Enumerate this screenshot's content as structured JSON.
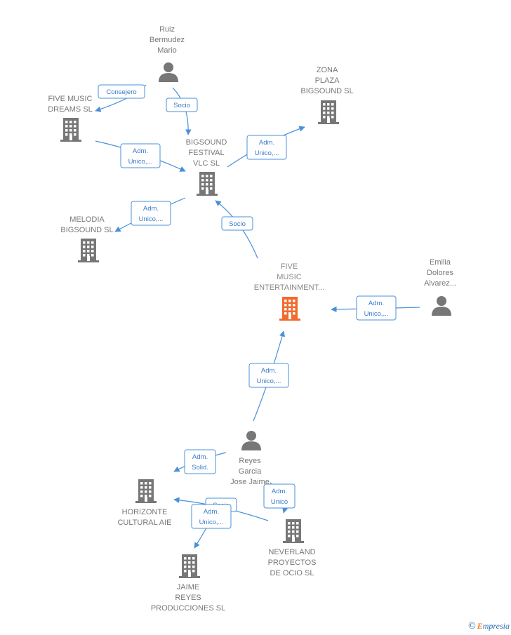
{
  "colors": {
    "edge": "#4a90d9",
    "node": "#777777",
    "main_node": "#f26a2e",
    "brand": "#2b6cb0",
    "brand_accent": "#f08020"
  },
  "nodes": [
    {
      "id": "ruiz",
      "type": "person",
      "label": [
        "Ruiz",
        "Bermudez",
        "Mario"
      ]
    },
    {
      "id": "fivedreams",
      "type": "company",
      "label": [
        "FIVE MUSIC",
        "DREAMS  SL"
      ]
    },
    {
      "id": "zona",
      "type": "company",
      "label": [
        "ZONA",
        "PLAZA",
        "BIGSOUND  SL"
      ]
    },
    {
      "id": "bigsound",
      "type": "company",
      "label": [
        "BIGSOUND",
        "FESTIVAL",
        "VLC  SL"
      ]
    },
    {
      "id": "melodia",
      "type": "company",
      "label": [
        "MELODIA",
        "BIGSOUND  SL"
      ]
    },
    {
      "id": "main",
      "type": "company",
      "main": true,
      "label": [
        "FIVE",
        "MUSIC",
        "ENTERTAINMENT..."
      ]
    },
    {
      "id": "emilia",
      "type": "person",
      "label": [
        "Emilia",
        "Dolores",
        "Alvarez..."
      ]
    },
    {
      "id": "reyes",
      "type": "person",
      "label": [
        "Reyes",
        "Garcia",
        "Jose Jaime"
      ]
    },
    {
      "id": "horizonte",
      "type": "company",
      "label": [
        "HORIZONTE",
        "CULTURAL AIE"
      ]
    },
    {
      "id": "neverland",
      "type": "company",
      "label": [
        "NEVERLAND",
        "PROYECTOS",
        "DE OCIO  SL"
      ]
    },
    {
      "id": "jaime",
      "type": "company",
      "label": [
        "JAIME",
        "REYES",
        "PRODUCCIONES SL"
      ]
    }
  ],
  "edges": [
    {
      "id": "e1",
      "label": [
        "Consejero"
      ]
    },
    {
      "id": "e2",
      "label": [
        "Socio"
      ]
    },
    {
      "id": "e3",
      "label": [
        "Adm.",
        "Unico,..."
      ]
    },
    {
      "id": "e4",
      "label": [
        "Adm.",
        "Unico,..."
      ]
    },
    {
      "id": "e5",
      "label": [
        "Adm.",
        "Unico,..."
      ]
    },
    {
      "id": "e6",
      "label": [
        "Socio"
      ]
    },
    {
      "id": "e7",
      "label": [
        "Adm.",
        "Unico,..."
      ]
    },
    {
      "id": "e8",
      "label": [
        "Adm.",
        "Unico,..."
      ]
    },
    {
      "id": "e9",
      "label": [
        "Adm.",
        "Solid."
      ]
    },
    {
      "id": "e10",
      "label": [
        "Adm.",
        "Unico"
      ]
    },
    {
      "id": "e11",
      "label": [
        "Socio"
      ]
    },
    {
      "id": "e12",
      "label": [
        "Adm.",
        "Unico,..."
      ]
    }
  ],
  "footer": {
    "copyright": "©",
    "brand_initial": "E",
    "brand_rest": "mpresia"
  }
}
